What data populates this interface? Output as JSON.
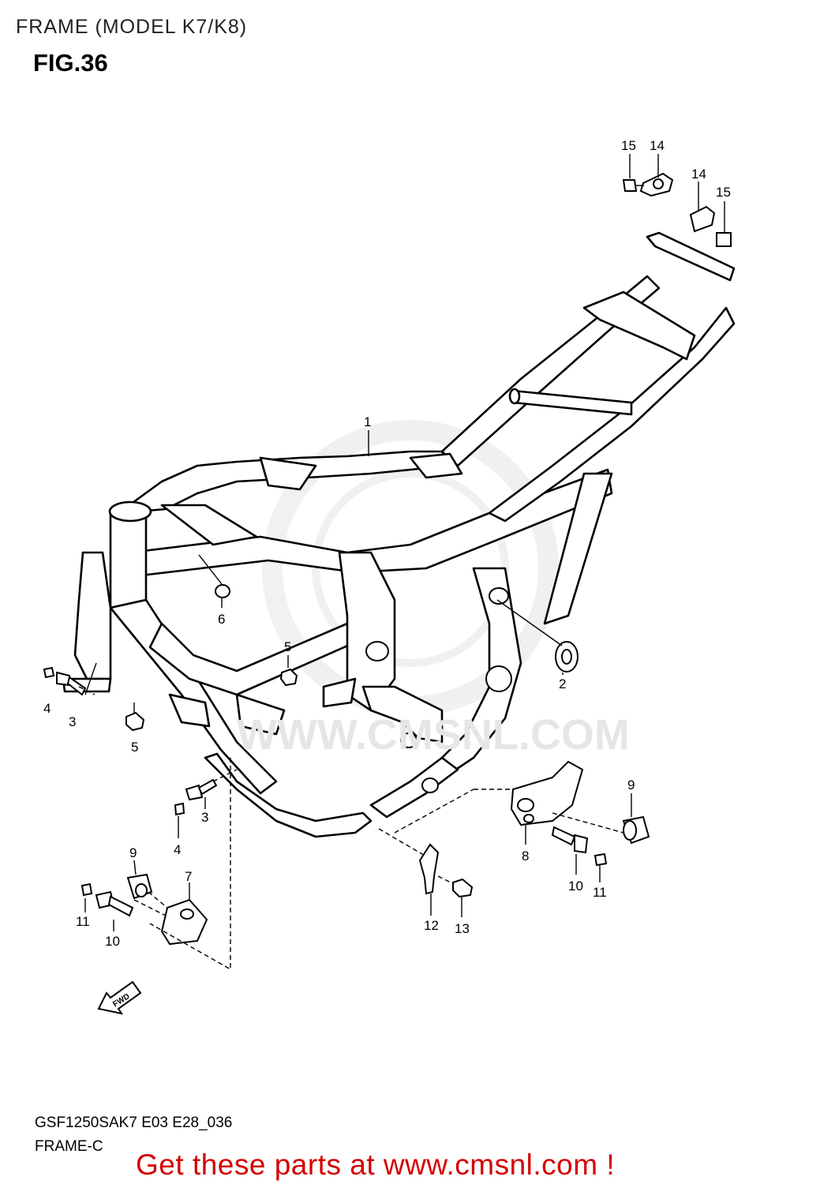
{
  "header": {
    "title": "FRAME (MODEL K7/K8)",
    "figure": "FIG.36"
  },
  "watermark": "WWW.CMSNL.COM",
  "callouts": [
    {
      "id": "c1",
      "label": "1"
    },
    {
      "id": "c2",
      "label": "2"
    },
    {
      "id": "c3a",
      "label": "3"
    },
    {
      "id": "c3b",
      "label": "3"
    },
    {
      "id": "c4a",
      "label": "4"
    },
    {
      "id": "c4b",
      "label": "4"
    },
    {
      "id": "c5a",
      "label": "5"
    },
    {
      "id": "c5b",
      "label": "5"
    },
    {
      "id": "c6",
      "label": "6"
    },
    {
      "id": "c7",
      "label": "7"
    },
    {
      "id": "c8",
      "label": "8"
    },
    {
      "id": "c9a",
      "label": "9"
    },
    {
      "id": "c9b",
      "label": "9"
    },
    {
      "id": "c10a",
      "label": "10"
    },
    {
      "id": "c10b",
      "label": "10"
    },
    {
      "id": "c11a",
      "label": "11"
    },
    {
      "id": "c11b",
      "label": "11"
    },
    {
      "id": "c12",
      "label": "12"
    },
    {
      "id": "c13",
      "label": "13"
    },
    {
      "id": "c14a",
      "label": "14"
    },
    {
      "id": "c14b",
      "label": "14"
    },
    {
      "id": "c15a",
      "label": "15"
    },
    {
      "id": "c15b",
      "label": "15"
    }
  ],
  "direction_marker": "FWD",
  "footer": {
    "model_code": "GSF1250SAK7 E03 E28_036",
    "section": "FRAME-C",
    "promo": "Get these parts at www.cmsnl.com !"
  },
  "colors": {
    "promo_text": "#d40000",
    "watermark": "#e6e6e6",
    "line_art": "#000000"
  }
}
